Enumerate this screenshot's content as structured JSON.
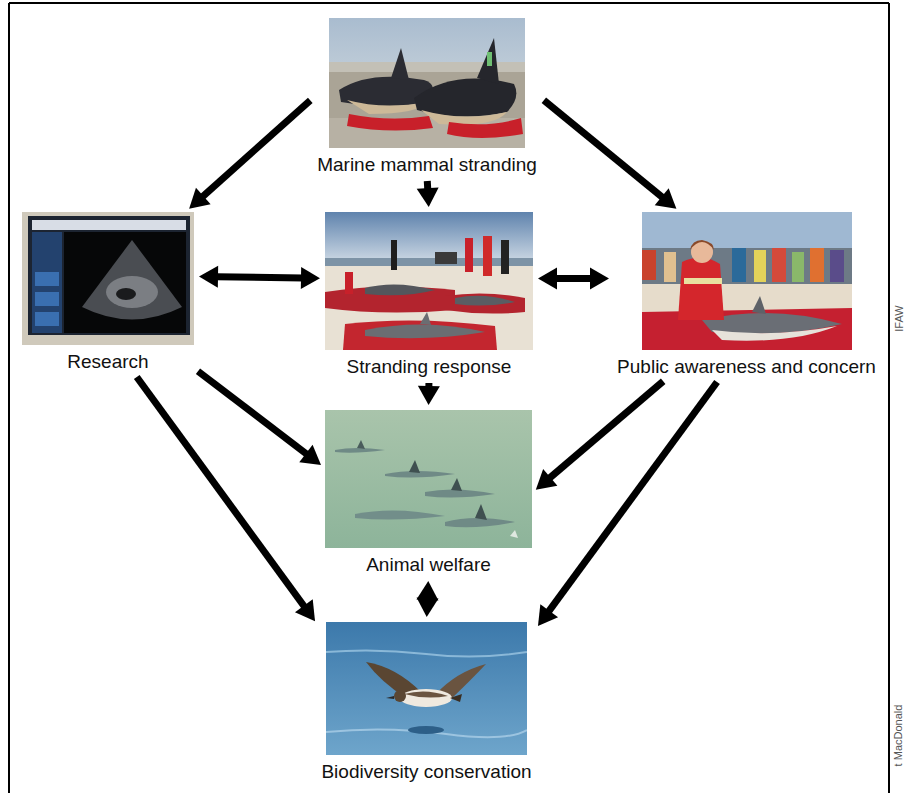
{
  "diagram": {
    "nodes": [
      {
        "text": [
          "Marine mammal stranding"
        ]
      },
      {
        "text": [
          "Research"
        ]
      },
      {
        "text": [
          "Stranding response"
        ]
      },
      {
        "text": [
          "Public awareness and concern"
        ]
      },
      {
        "text": [
          "Animal welfare"
        ]
      },
      {
        "text": [
          "Biodiversity conservation"
        ]
      }
    ],
    "edges": [
      {
        "from": 0,
        "to": 1,
        "arrow": "to"
      },
      {
        "from": 0,
        "to": 2,
        "arrow": "to"
      },
      {
        "from": 0,
        "to": 3,
        "arrow": "to"
      },
      {
        "from": 1,
        "to": 2,
        "arrow": "both"
      },
      {
        "from": 2,
        "to": 3,
        "arrow": "both"
      },
      {
        "from": 2,
        "to": 4,
        "arrow": "to"
      },
      {
        "from": 1,
        "to": 4,
        "arrow": "to"
      },
      {
        "from": 1,
        "to": 5,
        "arrow": "to"
      },
      {
        "from": 3,
        "to": 4,
        "arrow": "to"
      },
      {
        "from": 3,
        "to": 5,
        "arrow": "to"
      },
      {
        "from": 4,
        "to": 5,
        "arrow": "both"
      }
    ],
    "labels": [
      "IFAW",
      "t MacDonald"
    ]
  }
}
